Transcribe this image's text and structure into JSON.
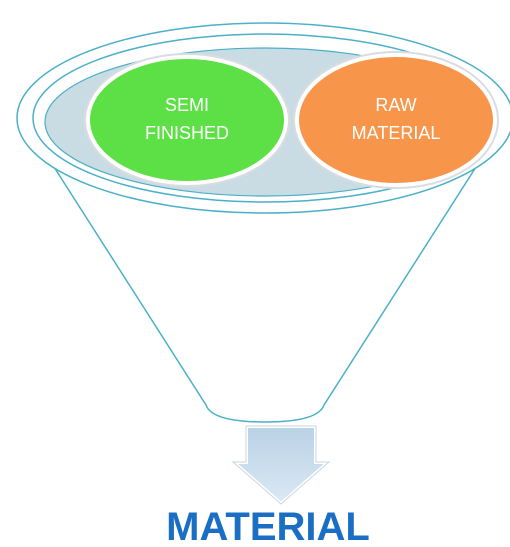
{
  "diagram": {
    "inputs": [
      {
        "line1": "SEMI",
        "line2": "FINISHED",
        "color": "#5ce046"
      },
      {
        "line1": "RAW",
        "line2": "MATERIAL",
        "color": "#f7954a"
      }
    ],
    "output": {
      "label": "MATERIAL",
      "color": "#1a6fc4"
    },
    "colors": {
      "funnel_stroke": "#4bb0c8",
      "funnel_rim_fill": "#c9dce4",
      "arrow_fill": "#cfe0ee"
    }
  }
}
